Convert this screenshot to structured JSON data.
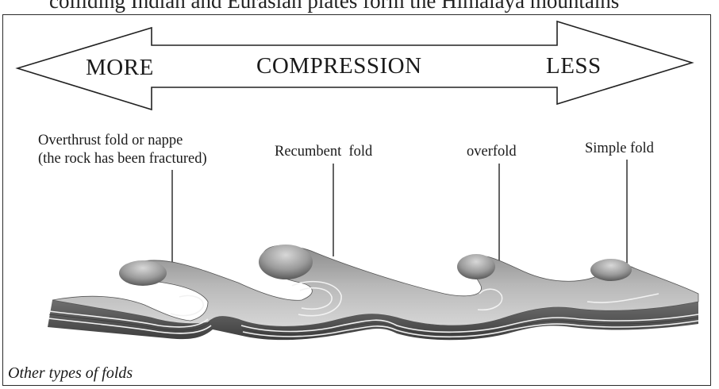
{
  "header_fragment": "colliding Indian and Eurasian plates form the Himalaya mountains",
  "arrow": {
    "left_label": "MORE",
    "center_label": "COMPRESSION",
    "right_label": "LESS"
  },
  "fold_labels": {
    "overthrust_line1": "Overthrust fold or nappe",
    "overthrust_line2": "(the rock has been fractured)",
    "recumbent": "Recumbent  fold",
    "overfold": "overfold",
    "simple": "Simple fold"
  },
  "caption": "Other types of folds"
}
